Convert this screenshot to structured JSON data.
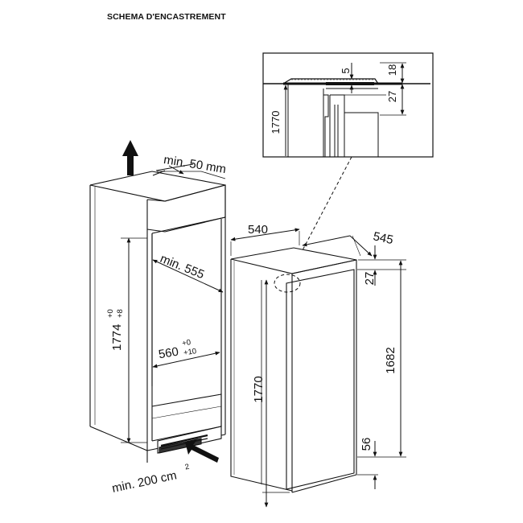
{
  "title": "SCHEMA D'ENCASTREMENT",
  "labels": {
    "top_gap": "min. 50 mm",
    "depth_min": "min. 555",
    "niche_height": "1774",
    "niche_height_tol_top": "+0",
    "niche_height_tol_bottom": "+8",
    "niche_width": "560",
    "niche_width_tol_top": "+0",
    "niche_width_tol_bottom": "+10",
    "vent_area": "min. 200 cm",
    "vent_area_exp": "2",
    "appliance_width": "540",
    "appliance_depth": "545",
    "appliance_height": "1770",
    "door_height": "1682",
    "top_offset": "27",
    "bottom_offset": "56",
    "detail_5": "5",
    "detail_18": "18",
    "detail_27": "27",
    "detail_1770": "1770"
  }
}
